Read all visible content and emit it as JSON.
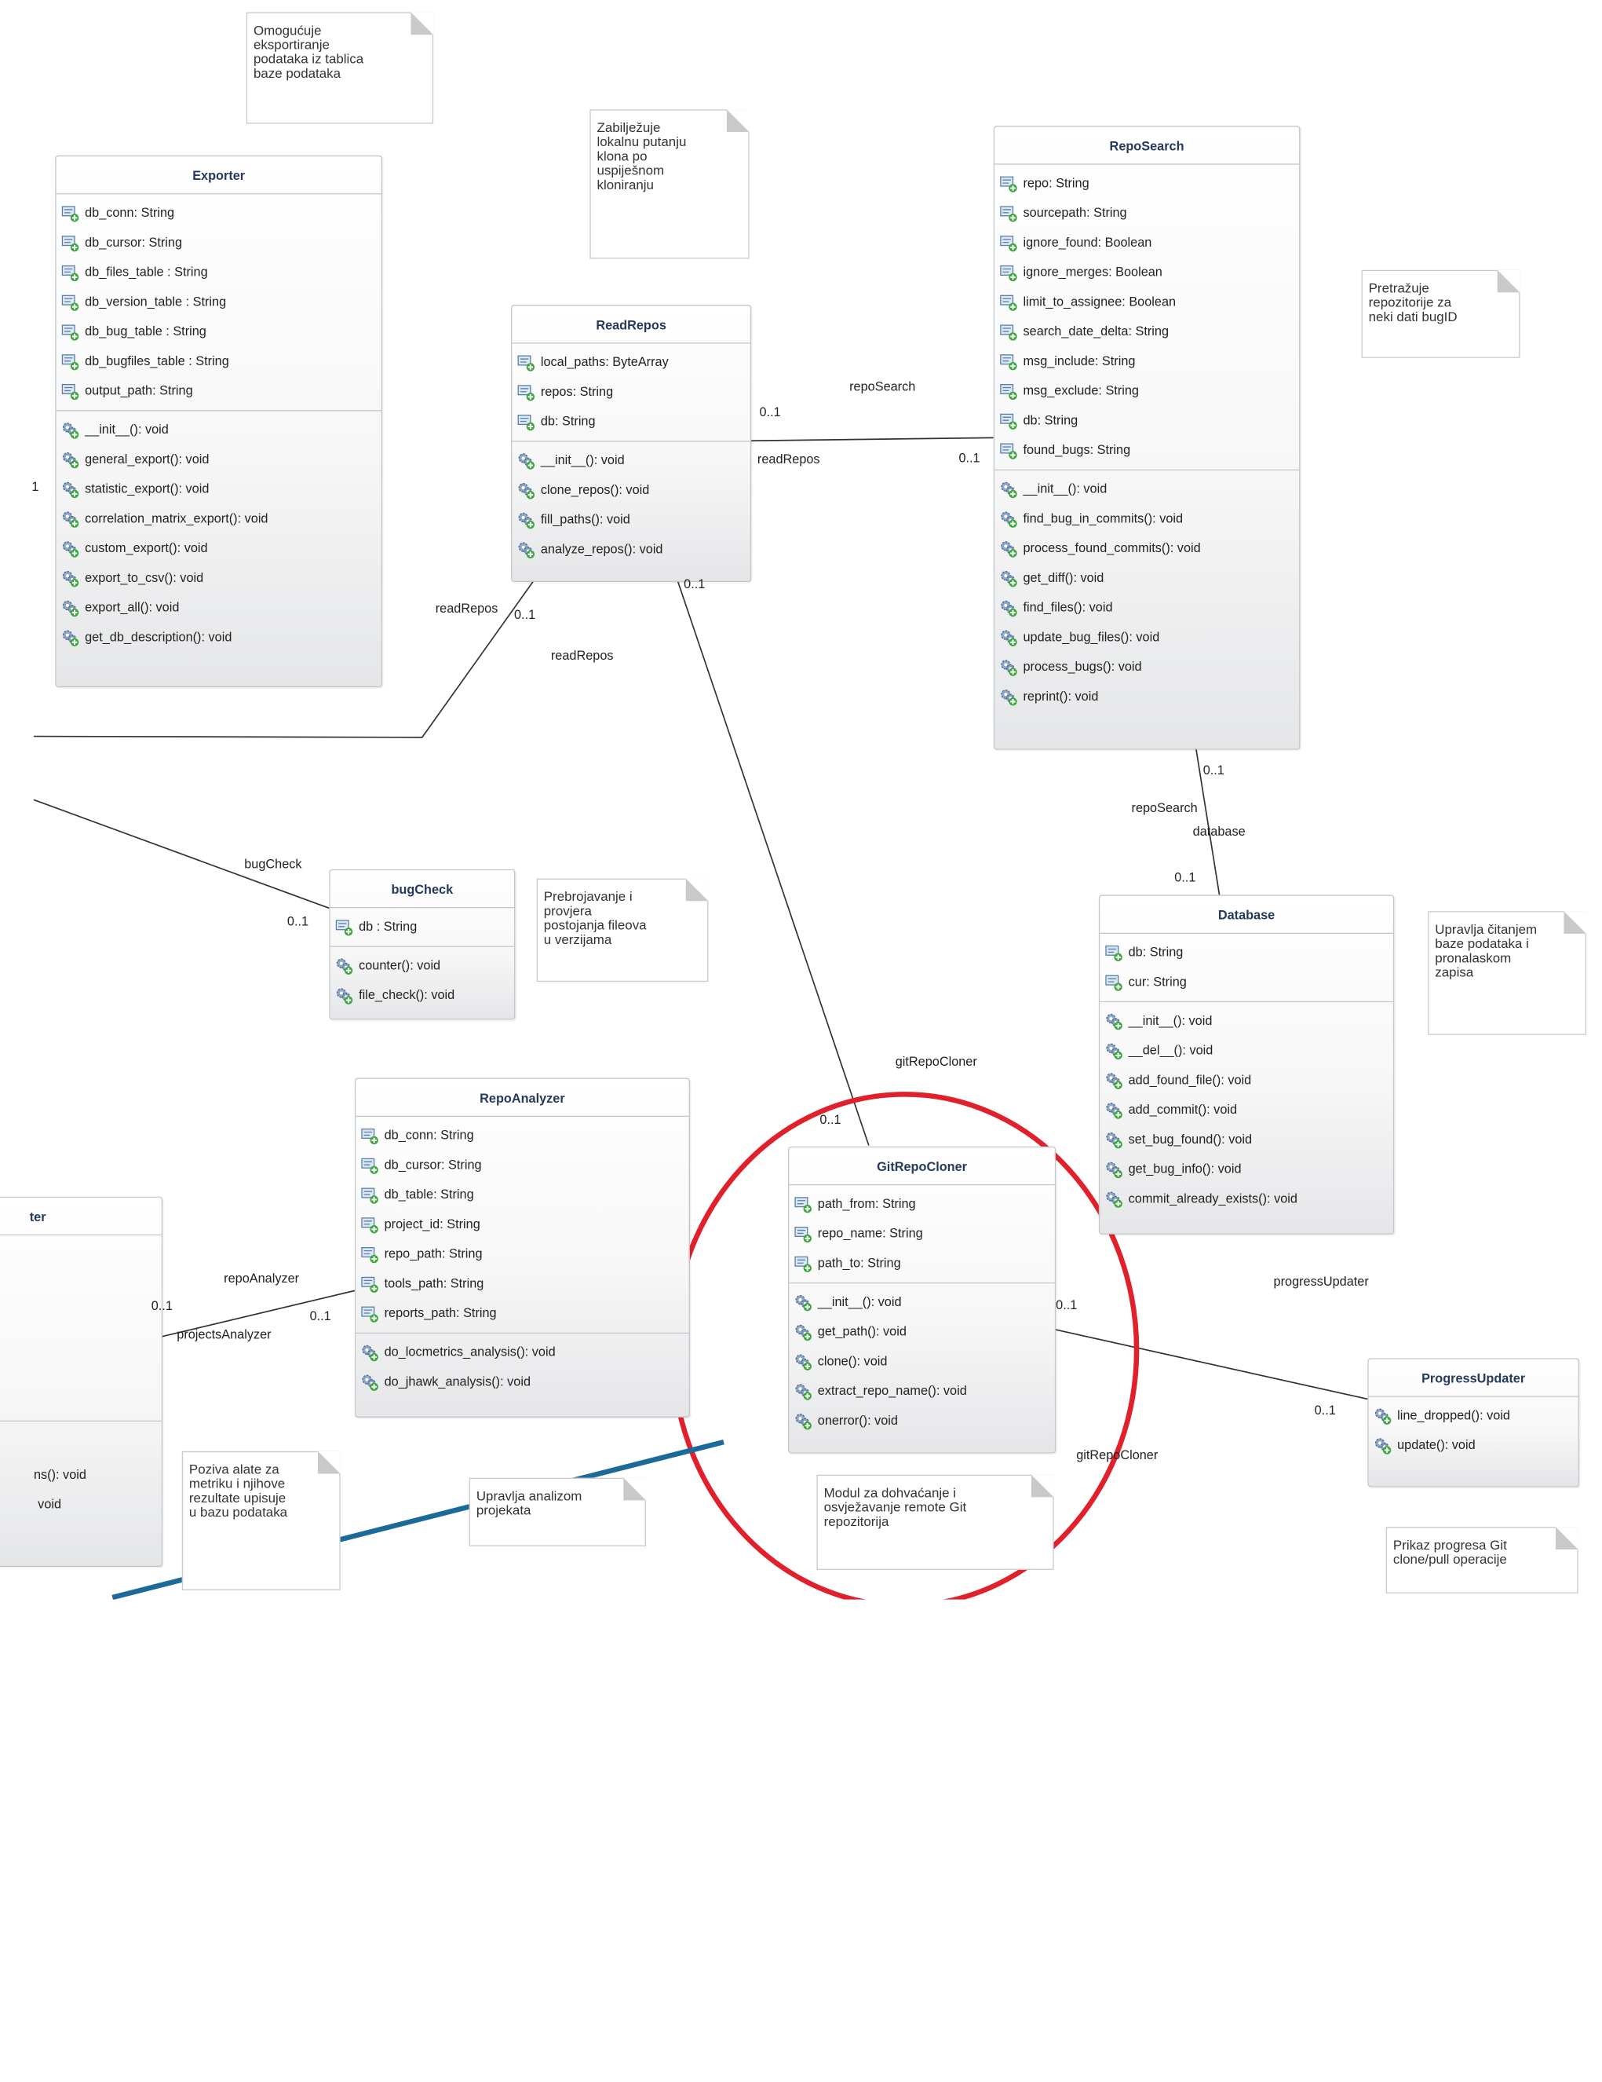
{
  "notes": {
    "exporter_note": "Omogućuje\neksportiranje\npodataka iz tablica\nbaze podataka",
    "readrepos_note": "Zabilježuje\nlokalnu putanju\nklona po\nuspiješnom\nkloniranju",
    "reposearch_note": "Pretražuje\nrepozitorije za\nneki dati bugID",
    "bugcheck_note": "Prebrojavanje i\nprovjera\npostojanja fileova\nu verzijama",
    "database_note": "Upravlja čitanjem\nbaze podataka i\npronalaskom\nzapisa",
    "repoanalyzer_note": "Poziva alate za\nmetriku i njihove\nrezultate upisuje\nu bazu podataka",
    "projects_note": "Upravlja analizom\nprojekata",
    "gitrepocloner_note": "Modul za dohvaćanje i\nosvježavanje remote Git\nrepozitorija",
    "progress_note": "Prikaz progresa Git\nclone/pull operacije"
  },
  "classes": {
    "exporter": {
      "name": "Exporter",
      "attrs": [
        "db_conn: String",
        "db_cursor: String",
        "db_files_table : String",
        "db_version_table : String",
        "db_bug_table : String",
        "db_bugfiles_table : String",
        "output_path: String"
      ],
      "ops": [
        "__init__(): void",
        "general_export(): void",
        "statistic_export(): void",
        "correlation_matrix_export(): void",
        "custom_export(): void",
        "export_to_csv(): void",
        "export_all(): void",
        "get_db_description(): void"
      ]
    },
    "readrepos": {
      "name": "ReadRepos",
      "attrs": [
        "local_paths: ByteArray",
        "repos: String",
        "db: String"
      ],
      "ops": [
        "__init__(): void",
        "clone_repos(): void",
        "fill_paths(): void",
        "analyze_repos(): void"
      ]
    },
    "reposearch": {
      "name": "RepoSearch",
      "attrs": [
        "repo: String",
        "sourcepath: String",
        "ignore_found: Boolean",
        "ignore_merges: Boolean",
        "limit_to_assignee: Boolean",
        "search_date_delta: String",
        "msg_include: String",
        "msg_exclude: String",
        "db: String",
        "found_bugs: String"
      ],
      "ops": [
        "__init__(): void",
        "find_bug_in_commits(): void",
        "process_found_commits(): void",
        "get_diff(): void",
        "find_files(): void",
        "update_bug_files(): void",
        "process_bugs(): void",
        "reprint(): void"
      ]
    },
    "bugcheck": {
      "name": "bugCheck",
      "attrs": [
        "db : String"
      ],
      "ops": [
        "counter(): void",
        "file_check(): void"
      ]
    },
    "database": {
      "name": "Database",
      "attrs": [
        "db: String",
        "cur: String"
      ],
      "ops": [
        "__init__(): void",
        "__del__(): void",
        "add_found_file(): void",
        "add_commit(): void",
        "set_bug_found(): void",
        "get_bug_info(): void",
        "commit_already_exists(): void"
      ]
    },
    "repoanalyzer": {
      "name": "RepoAnalyzer",
      "attrs": [
        "db_conn: String",
        "db_cursor: String",
        "db_table: String",
        "project_id: String",
        "repo_path: String",
        "tools_path: String",
        "reports_path: String"
      ],
      "ops": [
        "do_locmetrics_analysis(): void",
        "do_jhawk_analysis(): void"
      ]
    },
    "gitrepocloner": {
      "name": "GitRepoCloner",
      "attrs": [
        "path_from: String",
        "repo_name: String",
        "path_to: String"
      ],
      "ops": [
        "__init__(): void",
        "get_path(): void",
        "clone(): void",
        "extract_repo_name(): void",
        "onerror(): void"
      ]
    },
    "progressupdater": {
      "name": "ProgressUpdater",
      "attrs": [],
      "ops": [
        "line_dropped(): void",
        "update(): void"
      ]
    },
    "partial_left": {
      "name": "ter",
      "op1": "ns(): void",
      "op2": "void"
    }
  },
  "labels": {
    "l_reposearch_1": "repoSearch",
    "l_01_a": "0..1",
    "l_readrepos_1": "readRepos",
    "l_01_b": "0..1",
    "l_01_c": "1",
    "l_readrepos_2": "readRepos",
    "l_01_d": "0..1",
    "l_01_e": "0..1",
    "l_readrepos_3": "readRepos",
    "l_01_f": "0..1",
    "l_reposearch_2": "repoSearch",
    "l_database": "database",
    "l_01_g": "0..1",
    "l_bugcheck": "bugCheck",
    "l_01_h": "0..1",
    "l_gitrepocloner_1": "gitRepoCloner",
    "l_01_i": "0..1",
    "l_repoanalyzer": "repoAnalyzer",
    "l_01_j": "0..1",
    "l_01_k": "0..1",
    "l_projectsanalyzer": "projectsAnalyzer",
    "l_01_l": "0..1",
    "l_progressupdater": "progressUpdater",
    "l_01_m": "0..1",
    "l_gitrepocloner_2": "gitRepoCloner"
  },
  "colors": {
    "highlight_circle": "#e0202a",
    "pen_line": "#1b6a9a"
  }
}
